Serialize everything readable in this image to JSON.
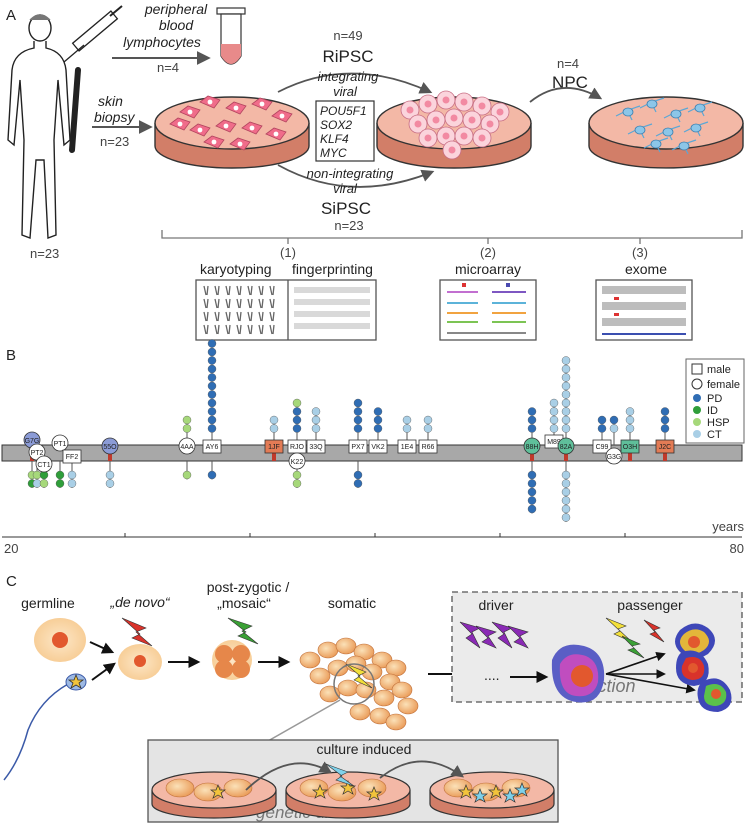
{
  "panel_a": {
    "label": "A",
    "pbl": {
      "line1": "peripheral",
      "line2": "blood",
      "line3": "lymphocytes",
      "n": "n=4"
    },
    "skin": {
      "line1": "skin",
      "line2": "biopsy",
      "n": "n=23"
    },
    "donor_n": "n=23",
    "ripsc": {
      "n": "n=49",
      "title": "RiPSC",
      "method1": "integrating",
      "method2": "viral"
    },
    "sipsc": {
      "n": "n=23",
      "title": "SiPSC",
      "method1": "non-integrating",
      "method2": "viral"
    },
    "factors": [
      "POU5F1",
      "SOX2",
      "KLF4",
      "MYC"
    ],
    "npc": {
      "n": "n=4",
      "title": "NPC"
    },
    "analyses": [
      {
        "num": "(1)",
        "label": "karyotyping"
      },
      {
        "num": "",
        "label": "fingerprinting"
      },
      {
        "num": "(2)",
        "label": "microarray"
      },
      {
        "num": "(3)",
        "label": "exome"
      }
    ]
  },
  "panel_b": {
    "label": "B",
    "axis_label": "years",
    "axis_ticks": [
      "20",
      "80"
    ],
    "legend": {
      "male": "male",
      "female": "female",
      "categories": [
        {
          "label": "PD",
          "color": "#2f6db4"
        },
        {
          "label": "ID",
          "color": "#2f9e3a"
        },
        {
          "label": "HSP",
          "color": "#a6d87a"
        },
        {
          "label": "CT",
          "color": "#a9cfe6"
        }
      ]
    },
    "lines": [
      "G7G",
      "PT2",
      "CT1",
      "PT1",
      "FF2",
      "55O",
      "4AA",
      "AY6",
      "1JF",
      "RJO",
      "K22",
      "33Q",
      "PX7",
      "VK2",
      "1E4",
      "R66",
      "88H",
      "M89",
      "82A",
      "C99",
      "G3G",
      "O3H",
      "J2C"
    ]
  },
  "panel_c": {
    "label": "C",
    "germline": "germline",
    "de_novo": "„de novo“",
    "postzygotic1": "post-zygotic /",
    "postzygotic2": "„mosaic“",
    "somatic": "somatic",
    "driver": "driver",
    "passenger": "passenger",
    "dots": "....",
    "selection": "selection",
    "culture_induced": "culture induced",
    "genetic_drift": "genetic drift"
  }
}
